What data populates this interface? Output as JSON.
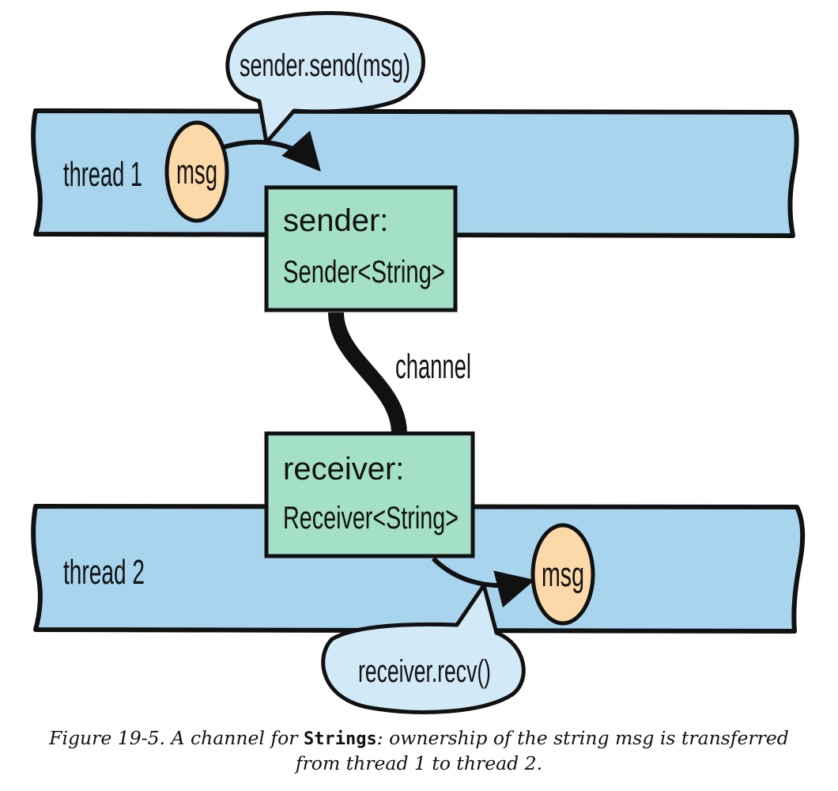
{
  "diagram": {
    "thread1_label": "thread 1",
    "thread2_label": "thread 2",
    "msg1_label": "msg",
    "msg2_label": "msg",
    "send_bubble": "sender.send(msg)",
    "recv_bubble": "receiver.recv()",
    "sender_line1": "sender:",
    "sender_line2": "Sender<String>",
    "receiver_line1": "receiver:",
    "receiver_line2": "Receiver<String>",
    "channel_label": "channel"
  },
  "caption": {
    "prefix": "Figure 19-5. A channel for ",
    "code": "Strings",
    "line1_rest": ": ownership of the string msg is transferred",
    "line2": "from thread 1 to thread 2."
  },
  "colors": {
    "thread_band": "#a8d4ee",
    "box_fill": "#a4e0c6",
    "msg_fill": "#fdd8a8",
    "bubble_fill": "#d2e9f8",
    "outline": "#111111"
  }
}
